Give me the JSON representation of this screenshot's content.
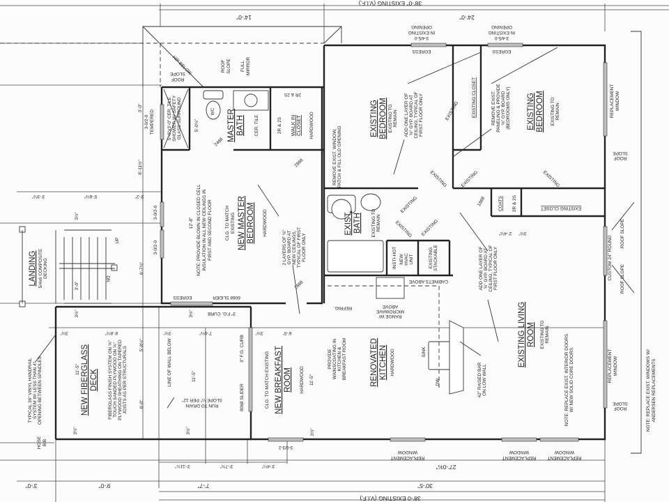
{
  "top": {
    "overall": "38'-0\" EXISTING (V.I.F.)",
    "dim_14": "14'-0\"",
    "dim_24": "24'-0\"",
    "opening_1": [
      "3-4/5-0",
      "IN EXISTING",
      "OPENING"
    ],
    "opening_2": [
      "3-4/5-0",
      "IN EXISTING",
      "OPENING"
    ],
    "egress_1": "EGRESS",
    "egress_2": "EGRESS",
    "roof_slope_a": [
      "ROOF",
      "SLOPE"
    ],
    "roof_slope_b": [
      "ROOF",
      "SLOPE"
    ],
    "hip_below": "HIP BELOW",
    "full_mirror": [
      "FULL",
      "MIRROR"
    ]
  },
  "master_bath": {
    "shower": [
      "5'-0\"x3'-0\" CER. TILE",
      "SHOWER W/ SAFETY",
      "GLASS SURROUND"
    ],
    "window": [
      "3-0/2-0",
      "TEMPERED"
    ],
    "dim_shower": "5'-0½\"",
    "dim_3_0": "3'-0\"",
    "dim_8_11": "8'-11½\"",
    "name": [
      "MASTER",
      "BATH"
    ],
    "floor": "CER. TILE",
    "door": "2468",
    "wc": "WC"
  },
  "walk_in_closet": {
    "shelf_a": "2R & 2S",
    "shelf_b": "2R & 2S",
    "name": [
      "WALK IN",
      "CLOSET"
    ],
    "floor": "HARDWOOD",
    "door": "2868"
  },
  "bedroom_1": {
    "note_window": [
      "REMOVE EXIST. WINDOW,",
      "PATCH & FILL OLD OPENING"
    ],
    "name": [
      "EXISTING",
      "BEDROOM"
    ],
    "sub": [
      "EXISTING TO",
      "REMAIN"
    ],
    "note_gyp": [
      "ADD ONE LAYER OF",
      "⅝\" GYP. BOARD AT",
      "CEILING, TYPICAL OF",
      "FIRST FLOOR ONLY"
    ],
    "door": "EXISTING"
  },
  "closet_strip": {
    "name": "EXISTING CLOSET"
  },
  "bedroom_2": {
    "note_paneling": [
      "REMOVE EXIST.",
      "PANELING & PROVIDE",
      "⅝\" GYP. BOARD",
      "(BEDROOMS ONLY)"
    ],
    "name": [
      "EXISTING",
      "BEDROOM"
    ],
    "sub": [
      "EXISTING TO",
      "REMAIN"
    ],
    "window": [
      "REPLACEMENT",
      "WINDOW"
    ],
    "roof_slope": [
      "ROOF",
      "SLOPE"
    ]
  },
  "hall": {
    "door_a": "EXISTING",
    "door_b": "EXISTING",
    "door_c": "EXISTING",
    "door_d": "EXISTING",
    "door_e": "EXISTING",
    "door_f": "EXISTING",
    "coat_door": "1868",
    "coats": "COATS",
    "coat_shelf": "2R & 2S",
    "closet": "EXISTING CLOSET",
    "dim_closet": "2'-4½\"",
    "dim_wall": "3½\""
  },
  "exist_bath": {
    "name": [
      "EXIST.",
      "BATH"
    ],
    "sub": [
      "EXISTING TO",
      "REMAIN"
    ]
  },
  "utility": {
    "insti_hot": "INSTI-HOT",
    "hvac": [
      "NEW",
      "HVAC",
      "UNIT"
    ],
    "stackable": [
      "EXISTING",
      "STACKABLE"
    ]
  },
  "kitchen": {
    "cabinets": "CABINETS ABOVE",
    "range": [
      "RANGE W/",
      "MICROWAVE",
      "ABOVE"
    ],
    "refrig": "REFRIG.",
    "wainscot": [
      "PROVIDE",
      "WAINSCOATING IN",
      "KITCHEN &",
      "BREAKFAST ROOM"
    ],
    "name": [
      "RENOVATED",
      "KITCHEN"
    ],
    "floor": "HARDWOOD",
    "sink": "SINK",
    "dw": "DW",
    "bar": [
      "42\" RAISED BAR",
      "ON LOW WALL"
    ]
  },
  "living_room": {
    "note_gyp": [
      "ADD ONE LAYER OF",
      "⅝\" GYP. BOARD AT",
      "CEILING, TYPICAL OF",
      "FIRST FLOOR ONLY"
    ],
    "name": [
      "EXISTING LIVING",
      "ROOM"
    ],
    "sub": [
      "EXISTING TO",
      "REMAIN"
    ],
    "note_doors": [
      "NOTE: REPLACE EXIST. INTERIOR DOORS",
      "W/ NEW SOLID CORE DOORS"
    ],
    "window": [
      "REPLACEMENT",
      "WINDOW"
    ],
    "roof_slope": [
      "ROOF",
      "SLOPE"
    ],
    "custom_round": "CUSTOM 24\" ROUND",
    "roof_slope_a": "ROOF SLOPE",
    "roof_slope_b": "ROOF SLOPE"
  },
  "exterior_note": [
    "NOTE: REPLACE EXIST. WINDOWS W/",
    "ANDERSEN REPLACEMENTS"
  ],
  "bottom": {
    "window_1": [
      "REPLACEMENT",
      "WINDOW"
    ],
    "window_2": [
      "REPLACEMENT",
      "WINDOW"
    ],
    "window_3": [
      "REPLACEMENT",
      "WINDOW"
    ],
    "dim_27": "27'-0¾\"",
    "dim_30": "30'-5\"",
    "dim_38": "38'-0 EXISTING (V.I.F.)",
    "dim_3_0": "3'-0\"",
    "dim_9_0": "9'-0\"",
    "dim_7_7": "7'-7\"",
    "dim_3_11": "3'-11¼\"",
    "dim_3_7": "3'-7¾\"",
    "dim_3_4": "3'-4¼\"",
    "window_breakfast": "3-0/3-2"
  },
  "breakfast": {
    "name_pre": [
      "CLG. TO MATCH EXISTING"
    ],
    "name": [
      "NEW BREAKFAST",
      "ROOM"
    ],
    "floor": "HARDWOOD",
    "dim": "11'-5\"",
    "slider": "8068 SLIDER",
    "curb": "3\" F.G. CURB",
    "dim_wall": "3½\""
  },
  "deck": {
    "name": [
      "NEW FIBERGLASS",
      "DECK"
    ],
    "spec": [
      "FIBERGLASS FINISH SYSTEM ON ⅝\"",
      "TOUCH SANDED PLYWOOD ON ⅝\"",
      "PLYWOOD SHEATHING ON TAPERED",
      "JOISTS AS PER STRUCTURALS"
    ],
    "dim_11_5_a": "11'-5\"",
    "dim_11_5_b": "11'-5\"",
    "dim_6_0": "6'-0\"",
    "dim_5_8": "5'-8½\"",
    "wall_below": "LINE OF WALL BELOW",
    "slope": [
      "RUN TO DRAIN",
      "SLOPE ¼\" PER 12\""
    ],
    "handrail": [
      "TYPICAL 36\" VINYL HANDRAIL",
      "SYSTEM W/ LESS THAN 4\"",
      "OPENING BETWEEN SPINDLES"
    ],
    "hose_bib": [
      "HOSE",
      "BIB"
    ],
    "dim_top_a": "3½\"",
    "dim_top_b": "8'-8½\"",
    "dim_top_c": "3½\"",
    "dim_top_d": "7'-0½\"",
    "dim_top_e": "3½\"",
    "dim_top_f": "6'-5\"",
    "dim_wall_a": "3½\"",
    "dim_wall_b": "3½\""
  },
  "master_bedroom": {
    "note_insulation": [
      "NOTE: PROVIDE BLOWN IN CLOSED CELL",
      "INSULATION IN ALL NEW CEILINGS IN",
      "FIRST AND SECOND FLOOR"
    ],
    "dim": "12'-8\"",
    "clg": [
      "CLG. TO MATCH",
      "EXISTING"
    ],
    "name": [
      "NEW MASTER",
      "BEDROOM"
    ],
    "floor": "HARDWOOD",
    "note_gyp": [
      "2 LAYERS OF ⅝\"",
      "GYP. BOARD AT",
      "NEW CEILINGS,",
      "TYPICAL OF FIRST",
      "FLOOR ONLY"
    ],
    "egress": "EGRESS",
    "slider": "6068 SLIDER",
    "curb": "3\" F.G. CURB",
    "door": "2868",
    "dim_wall": "3½\""
  },
  "landing": {
    "name": "LANDING",
    "sub": [
      "5/4x6 COMPOSITE",
      "DECKING"
    ],
    "up": "UP",
    "dn": "DN",
    "dim_a": "3'-3½\"",
    "dim_b": "5'-6½\"",
    "dim_c": "3'-2\"",
    "window_a": "3-0/2-0",
    "window_b": "3-0/2-0",
    "dim_height": "6'-7½\"",
    "stair_dim": "3'-0\"",
    "dim_stair_a": "3½\"",
    "dim_stair_b": "3½\""
  }
}
